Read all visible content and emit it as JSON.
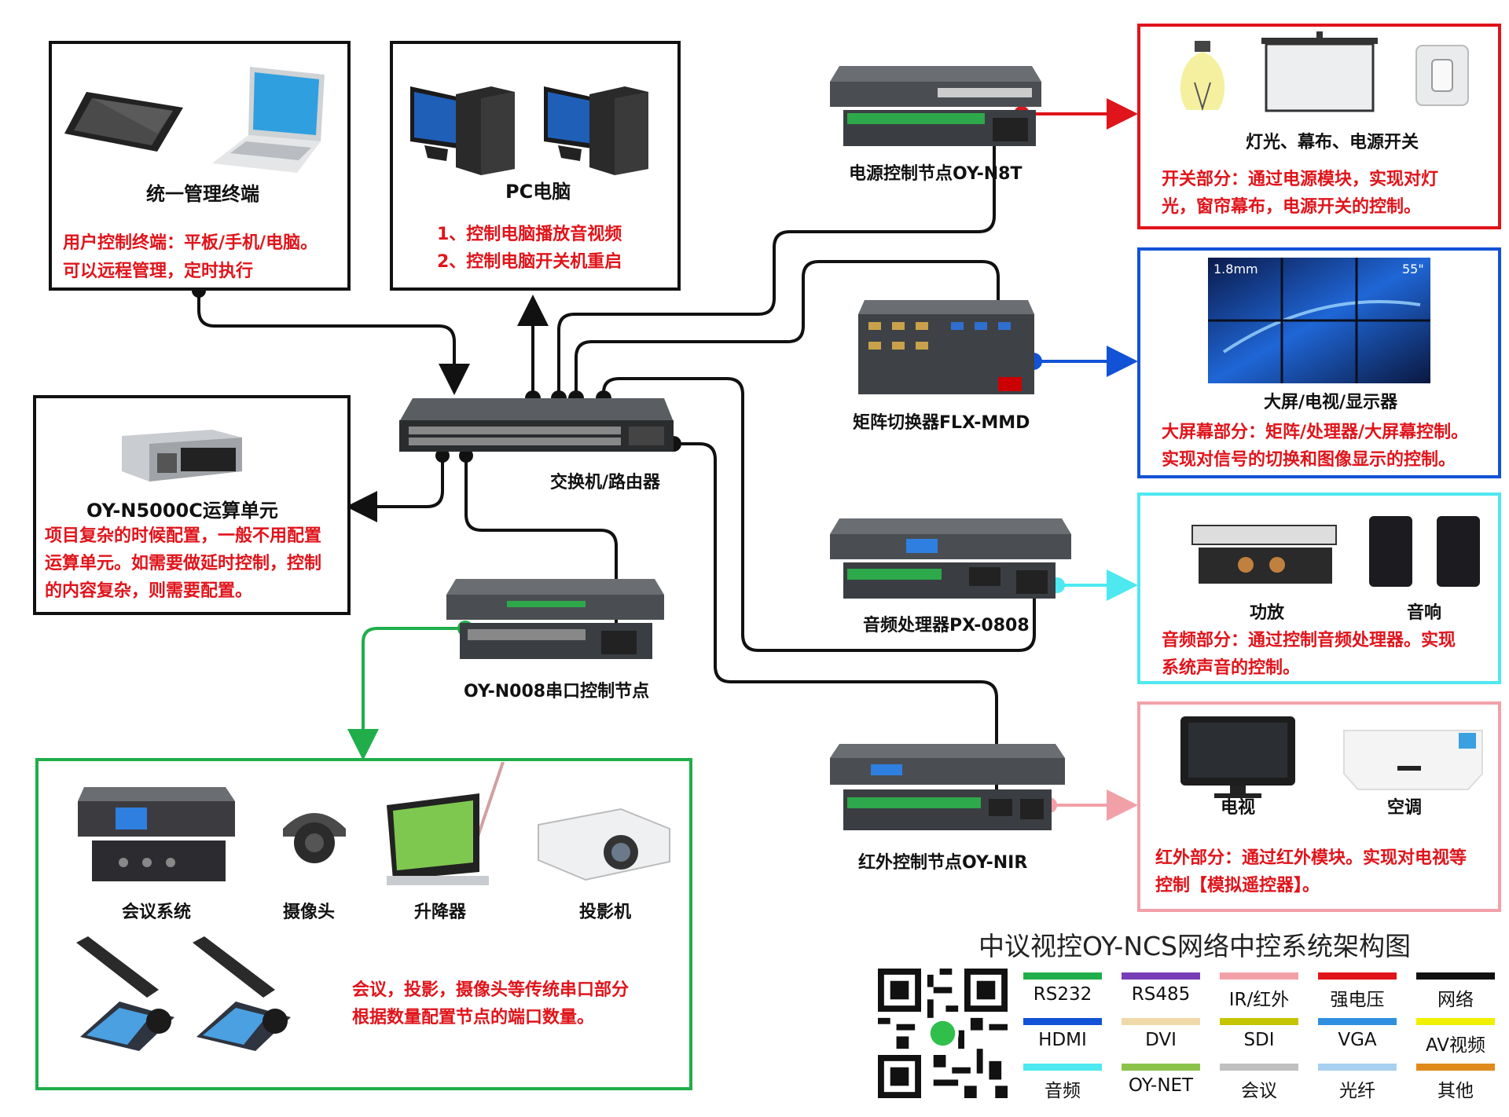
{
  "title": "中议视控OY-NCS网络中控系统架构图",
  "boxes": {
    "terminal": {
      "label": "统一管理终端",
      "desc": [
        "用户控制终端：平板/手机/电脑。",
        "可以远程管理，定时执行"
      ]
    },
    "pc": {
      "label": "PC电脑",
      "desc": [
        "1、控制电脑播放音视频",
        "2、控制电脑开关机重启"
      ]
    },
    "compute": {
      "label": "OY-N5000C运算单元",
      "desc": [
        "项目复杂的时候配置，一般不用配置",
        "运算单元。如需要做延时控制，控制",
        "的内容复杂，则需要配置。"
      ]
    },
    "power": {
      "items": [
        "灯光、幕布、电源开关"
      ],
      "desc": [
        "开关部分：通过电源模块，实现对灯",
        "光，窗帘幕布，电源开关的控制。"
      ]
    },
    "screen": {
      "items": [
        "大屏/电视/显示器"
      ],
      "desc": [
        "大屏幕部分：矩阵/处理器/大屏幕控制。",
        "实现对信号的切换和图像显示的控制。"
      ],
      "wall_left": "1.8mm",
      "wall_right": "55\""
    },
    "audio": {
      "items": [
        "功放",
        "音响"
      ],
      "desc": [
        "音频部分：通过控制音频处理器。实现",
        "系统声音的控制。"
      ]
    },
    "ir": {
      "items": [
        "电视",
        "空调"
      ],
      "desc": [
        "红外部分：通过红外模块。实现对电视等",
        "控制【模拟遥控器】。"
      ]
    },
    "serial": {
      "items": [
        "会议系统",
        "摄像头",
        "升降器",
        "投影机"
      ],
      "desc": [
        "会议，投影，摄像头等传统串口部分",
        "根据数量配置节点的端口数量。"
      ]
    }
  },
  "devices": {
    "switch": "交换机/路由器",
    "n8t": "电源控制节点OY-N8T",
    "matrix": "矩阵切换器FLX-MMD",
    "dsp": "音频处理器PX-0808",
    "nir": "红外控制节点OY-NIR",
    "n008": "OY-N008串口控制节点"
  },
  "colors": {
    "red": "#e0141b",
    "blue": "#1252d6",
    "cyan": "#4ee8f0",
    "pink": "#f2a0a8",
    "green": "#1fae4a",
    "black": "#111111"
  },
  "legend": [
    {
      "label": "RS232",
      "color": "#1fae4a"
    },
    {
      "label": "RS485",
      "color": "#7a3db8"
    },
    {
      "label": "IR/红外",
      "color": "#f2a0a8"
    },
    {
      "label": "强电压",
      "color": "#e0141b"
    },
    {
      "label": "网络",
      "color": "#111111"
    },
    {
      "label": "HDMI",
      "color": "#1252d6"
    },
    {
      "label": "DVI",
      "color": "#f0d9a8"
    },
    {
      "label": "SDI",
      "color": "#c4c400"
    },
    {
      "label": "VGA",
      "color": "#2f8fe0"
    },
    {
      "label": "AV视频",
      "color": "#f0f000"
    },
    {
      "label": "音频",
      "color": "#4ee8f0"
    },
    {
      "label": "OY-NET",
      "color": "#8bc34a"
    },
    {
      "label": "会议",
      "color": "#c0c0c0"
    },
    {
      "label": "光纤",
      "color": "#a8d0f0"
    },
    {
      "label": "其他",
      "color": "#e08a1c"
    }
  ]
}
